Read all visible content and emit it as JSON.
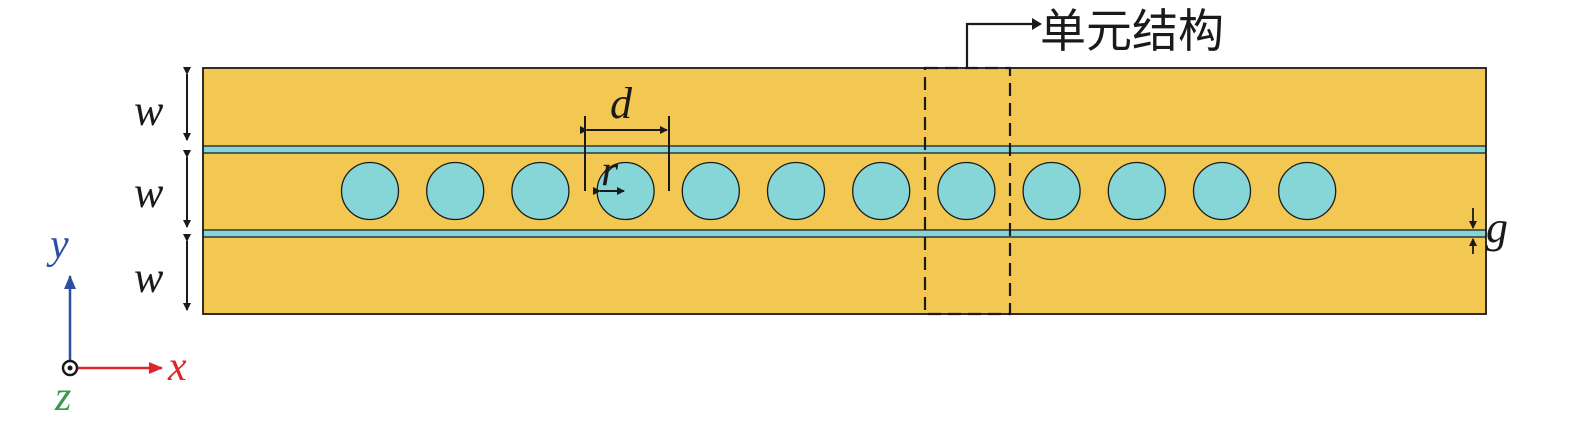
{
  "labels": {
    "unit_cell": "单元结构",
    "w_top": "w",
    "w_middle": "w",
    "w_bottom": "w",
    "d": "d",
    "r": "r",
    "g": "g"
  },
  "axes": {
    "x": "x",
    "y": "y",
    "z": "z"
  },
  "holes": {
    "count": 12
  },
  "colors": {
    "metal": "#F2C752",
    "slot": "#86D6D8",
    "outline": "#1a1a1a",
    "x_axis": "#E0252A",
    "y_axis": "#2A4FA3",
    "z_axis": "#3A9A4A"
  }
}
